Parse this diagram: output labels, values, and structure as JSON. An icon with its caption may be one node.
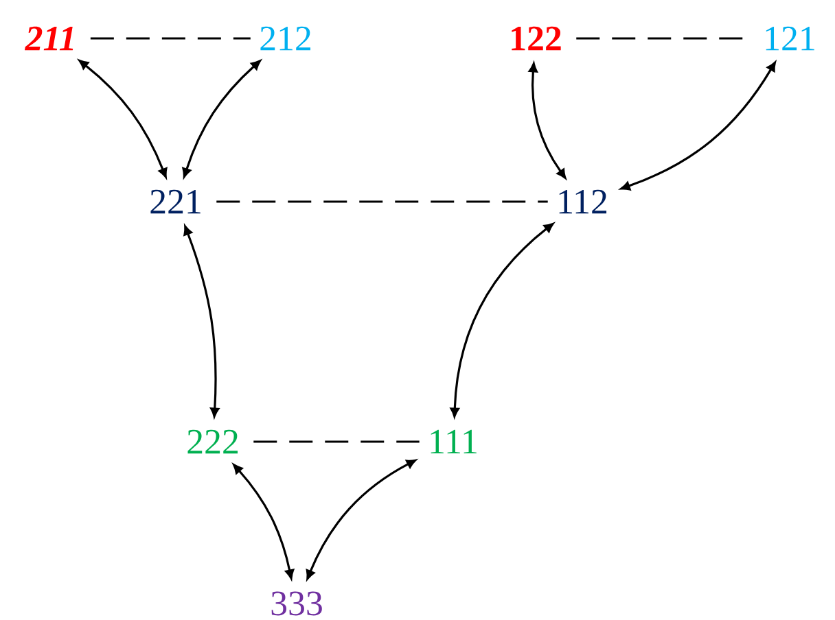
{
  "diagram": {
    "nodes": [
      {
        "text": [
          "211"
        ]
      },
      {
        "text": [
          "212"
        ]
      },
      {
        "text": [
          "122"
        ]
      },
      {
        "text": [
          "121"
        ]
      },
      {
        "text": [
          "221"
        ]
      },
      {
        "text": [
          "112"
        ]
      },
      {
        "text": [
          "222"
        ]
      },
      {
        "text": [
          "111"
        ]
      },
      {
        "text": [
          "333"
        ]
      }
    ],
    "edges": [
      {
        "from": 0,
        "to": 1,
        "arrow": "none",
        "style": "dashed"
      },
      {
        "from": 2,
        "to": 3,
        "arrow": "none",
        "style": "dashed"
      },
      {
        "from": 4,
        "to": 5,
        "arrow": "none",
        "style": "dashed"
      },
      {
        "from": 6,
        "to": 7,
        "arrow": "none",
        "style": "dashed"
      },
      {
        "from": 0,
        "to": 4,
        "arrow": "both"
      },
      {
        "from": 1,
        "to": 4,
        "arrow": "both"
      },
      {
        "from": 2,
        "to": 5,
        "arrow": "both"
      },
      {
        "from": 3,
        "to": 5,
        "arrow": "both"
      },
      {
        "from": 4,
        "to": 6,
        "arrow": "both"
      },
      {
        "from": 5,
        "to": 7,
        "arrow": "both"
      },
      {
        "from": 6,
        "to": 8,
        "arrow": "both"
      },
      {
        "from": 7,
        "to": 8,
        "arrow": "both"
      }
    ]
  }
}
